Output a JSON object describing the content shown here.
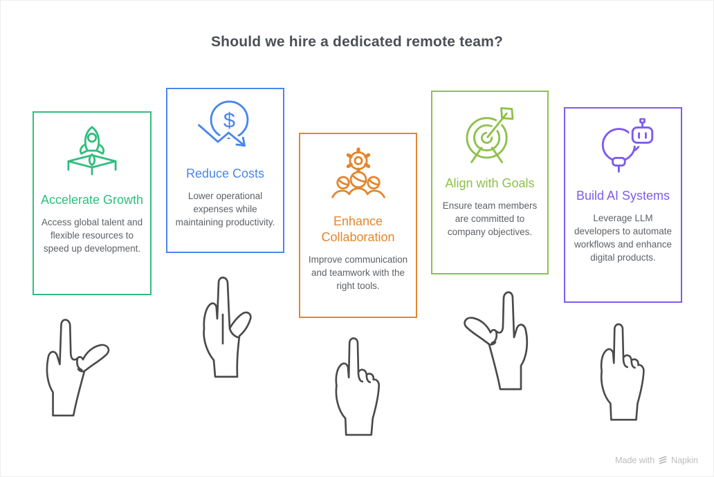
{
  "page": {
    "title": "Should we hire a dedicated remote team?"
  },
  "cards": [
    {
      "title": "Accelerate Growth",
      "description": "Access global talent and flexible resources to speed up development.",
      "accent_color": "#31bd7f",
      "icon": "rocket-launch-icon"
    },
    {
      "title": "Reduce Costs",
      "description": "Lower operational expenses while maintaining productivity.",
      "accent_color": "#4a86e8",
      "icon": "dollar-decrease-icon",
      "icon_symbol": "$"
    },
    {
      "title": "Enhance Collaboration",
      "description": "Improve communication and teamwork with the right tools.",
      "accent_color": "#e2862f",
      "icon": "gear-team-icon"
    },
    {
      "title": "Align with Goals",
      "description": "Ensure team members are committed to company objectives.",
      "accent_color": "#8ec04a",
      "icon": "target-dart-icon"
    },
    {
      "title": "Build AI Systems",
      "description": "Leverage LLM developers to automate workflows and enhance digital products.",
      "accent_color": "#7d5bef",
      "icon": "ai-lightbulb-icon"
    }
  ],
  "footer": {
    "made_with": "Made with",
    "brand": "Napkin"
  }
}
